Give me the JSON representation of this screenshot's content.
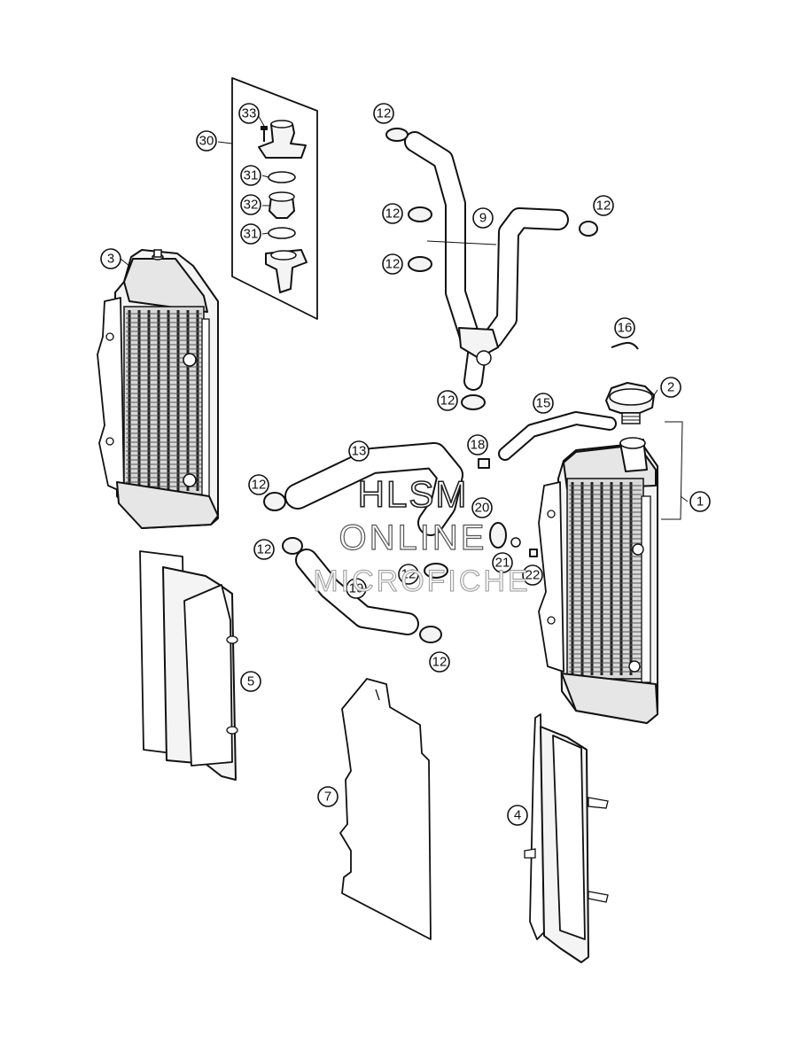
{
  "watermark": {
    "line1": "HLSM",
    "line2": "ONLINE",
    "line3": "MICROFICHE"
  },
  "callouts": {
    "p1": "1",
    "p2": "2",
    "p3": "3",
    "p4": "4",
    "p5": "5",
    "p7": "7",
    "p9": "9",
    "p12": "12",
    "p13": "13",
    "p15": "15",
    "p16": "16",
    "p18": "18",
    "p19": "19",
    "p20": "20",
    "p21": "21",
    "p22": "22",
    "p30": "30",
    "p31": "31",
    "p32": "32",
    "p33": "33"
  }
}
